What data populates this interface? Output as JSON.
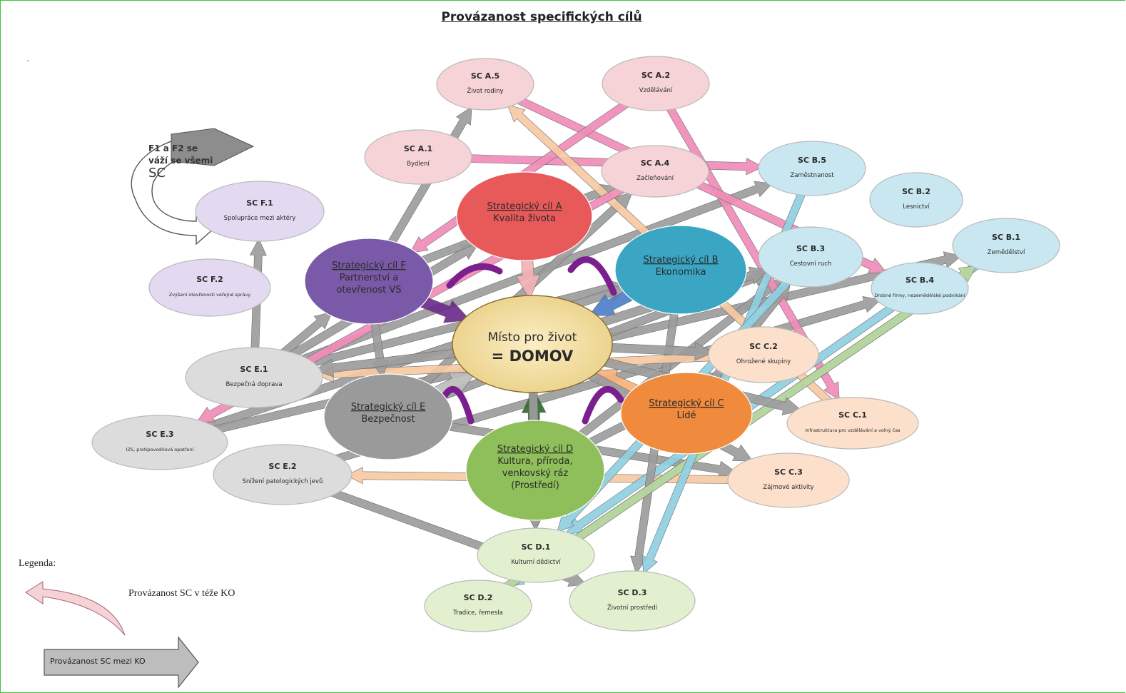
{
  "title": "Provázanost specifických cílů",
  "stray_mark": "-",
  "note": {
    "line1": "F1 a F2 se",
    "line2": "váží se všemi",
    "line3": "SC"
  },
  "colors": {
    "A": "#e85a5a",
    "B": "#3aa6c4",
    "C": "#f08a3c",
    "D": "#8ebf5a",
    "E": "#9a9a9a",
    "F": "#7a5aa8",
    "A_light": "#f6d3d6",
    "B_light": "#c8e7f0",
    "C_light": "#fde0cb",
    "D_light": "#e3f0cf",
    "E_light": "#dcdcdc",
    "F_light": "#e3d9f0",
    "center": "#f3dfa3",
    "arrow_grey": "#9c9c9c",
    "arrow_pink": "#f08cb8",
    "arrow_green": "#b7d69a",
    "arrow_blue": "#8fcfe2",
    "arrow_peach": "#f7c9a3",
    "arrow_purple": "#6b2b8a"
  },
  "center": {
    "line1": "Místo pro život",
    "line2": "= DOMOV"
  },
  "strategic_goals": [
    {
      "id": "A",
      "heading": "Strategický cíl A",
      "lines": [
        "Kvalita života"
      ]
    },
    {
      "id": "B",
      "heading": "Strategický cíl B",
      "lines": [
        "Ekonomika"
      ]
    },
    {
      "id": "C",
      "heading": "Strategický cíl C",
      "lines": [
        "Lidé"
      ]
    },
    {
      "id": "D",
      "heading": "Strategický cíl D",
      "lines": [
        "Kultura, příroda,",
        "venkovský ráz",
        "(Prostředí)"
      ]
    },
    {
      "id": "E",
      "heading": "Strategický cíl E",
      "lines": [
        "Bezpečnost"
      ]
    },
    {
      "id": "F",
      "heading": "Strategický cíl F",
      "lines": [
        "Partnerství a",
        "otevřenost VS"
      ]
    }
  ],
  "specific_goals": [
    {
      "id": "A5",
      "code": "SC A.5",
      "label": "Život rodiny",
      "group": "A"
    },
    {
      "id": "A2",
      "code": "SC A.2",
      "label": "Vzdělávání",
      "group": "A"
    },
    {
      "id": "A1",
      "code": "SC A.1",
      "label": "Bydlení",
      "group": "A"
    },
    {
      "id": "A4",
      "code": "SC A.4",
      "label": "Začleňování",
      "group": "A"
    },
    {
      "id": "B5",
      "code": "SC B.5",
      "label": "Zaměstnanost",
      "group": "B"
    },
    {
      "id": "B2",
      "code": "SC B.2",
      "label": "Lesnictví",
      "group": "B"
    },
    {
      "id": "B1",
      "code": "SC B.1",
      "label": "Zemědělství",
      "group": "B"
    },
    {
      "id": "B3",
      "code": "SC B.3",
      "label": "Cestovní ruch",
      "group": "B"
    },
    {
      "id": "B4",
      "code": "SC B.4",
      "label": "Drobné firmy, nezemědělské podnikání",
      "group": "B"
    },
    {
      "id": "C2",
      "code": "SC C.2",
      "label": "Ohrožené skupiny",
      "group": "C"
    },
    {
      "id": "C1",
      "code": "SC C.1",
      "label": "Infrastruktura pro vzdělávání a volný čas",
      "group": "C"
    },
    {
      "id": "C3",
      "code": "SC C.3",
      "label": "Zájmové aktivity",
      "group": "C"
    },
    {
      "id": "D1",
      "code": "SC D.1",
      "label": "Kulturní dědictví",
      "group": "D"
    },
    {
      "id": "D2",
      "code": "SC D.2",
      "label": "Tradice, řemesla",
      "group": "D"
    },
    {
      "id": "D3",
      "code": "SC D.3",
      "label": "Životní prostředí",
      "group": "D"
    },
    {
      "id": "E1",
      "code": "SC E.1",
      "label": "Bezpečná doprava",
      "group": "E"
    },
    {
      "id": "E3",
      "code": "SC E.3",
      "label": "IZS, protipovodňová opatření",
      "group": "E"
    },
    {
      "id": "E2",
      "code": "SC E.2",
      "label": "Snížení patologických jevů",
      "group": "E"
    },
    {
      "id": "F1",
      "code": "SC F.1",
      "label": "Spolupráce mezi aktéry",
      "group": "F"
    },
    {
      "id": "F2",
      "code": "SC F.2",
      "label": "Zvýšení otevřenosti veřejné správy",
      "group": "F"
    }
  ],
  "links_between_groups": [
    [
      "E1",
      "F"
    ],
    [
      "E1",
      "A"
    ],
    [
      "E1",
      "B"
    ],
    [
      "E1",
      "B5"
    ],
    [
      "E3",
      "B"
    ],
    [
      "E3",
      "B1"
    ],
    [
      "E2",
      "B4"
    ],
    [
      "E2",
      "D3"
    ],
    [
      "F",
      "A5"
    ],
    [
      "F",
      "A4"
    ],
    [
      "E",
      "A4"
    ],
    [
      "E",
      "C3"
    ],
    [
      "E",
      "B3"
    ],
    [
      "D",
      "B3"
    ],
    [
      "D",
      "C2"
    ],
    [
      "D",
      "D1"
    ],
    [
      "A1",
      "B5"
    ],
    [
      "A2",
      "C1"
    ],
    [
      "A5",
      "B4"
    ],
    [
      "A2",
      "F"
    ],
    [
      "C3",
      "E2"
    ],
    [
      "B1",
      "D2"
    ],
    [
      "B4",
      "D1"
    ],
    [
      "B",
      "D3"
    ],
    [
      "C1",
      "A5"
    ],
    [
      "C",
      "B3"
    ],
    [
      "A4",
      "E3"
    ],
    [
      "D2",
      "B1"
    ],
    [
      "B5",
      "D3"
    ],
    [
      "B3",
      "D1"
    ],
    [
      "C2",
      "E1"
    ],
    [
      "E1",
      "F1"
    ],
    [
      "F",
      "E"
    ]
  ],
  "legend": {
    "title": "Legenda:",
    "within_label": "Provázanost SC v téže KO",
    "between_label": "Provázanost SC mezi KO"
  }
}
